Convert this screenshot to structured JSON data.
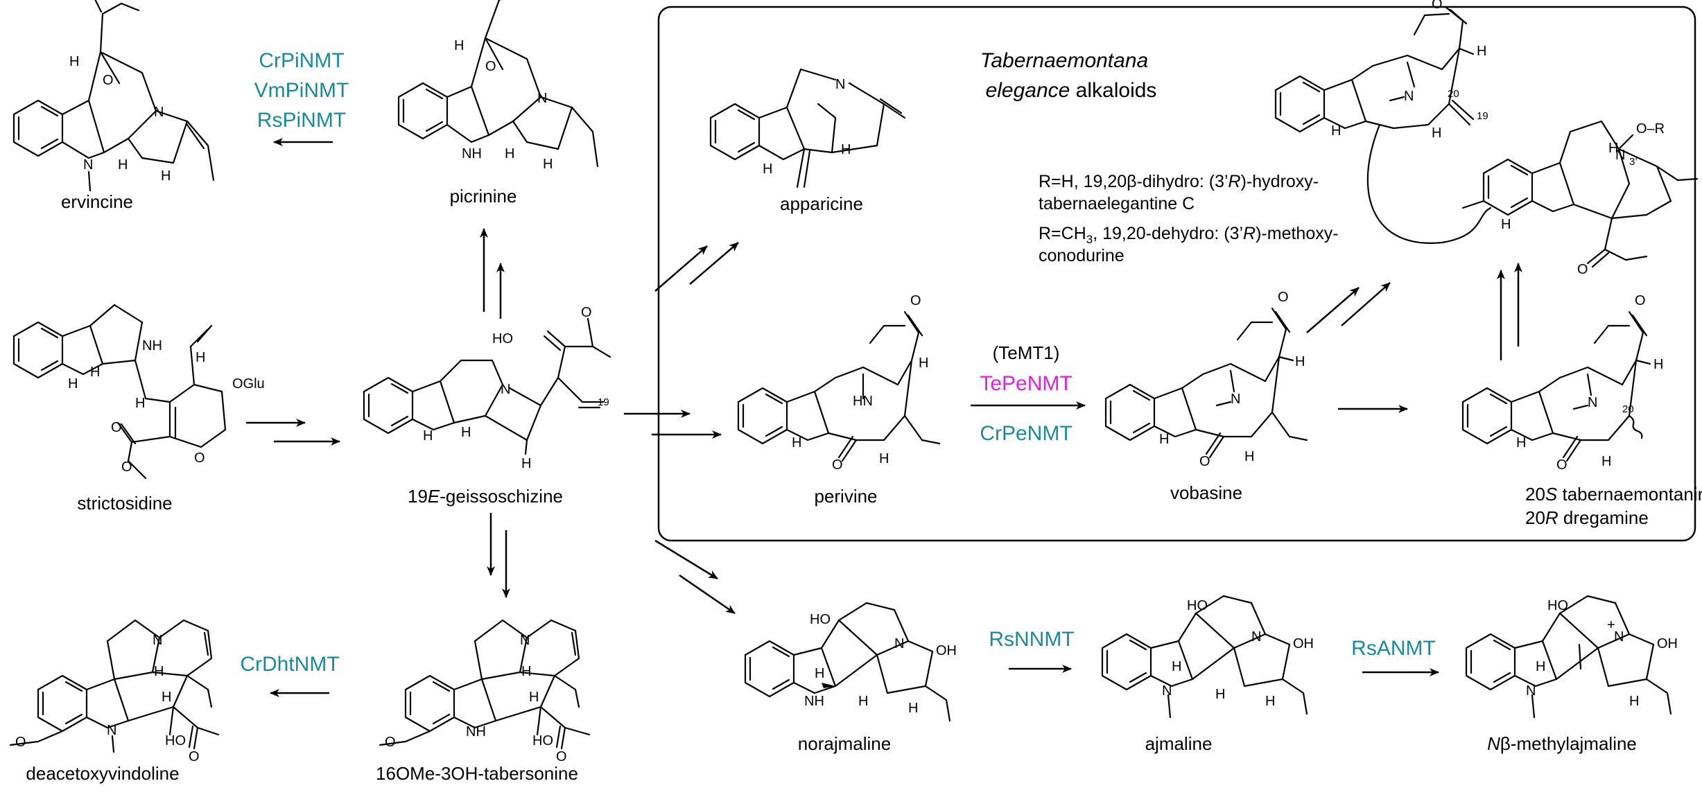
{
  "colors": {
    "enzyme_teal": "#1a8a9a",
    "enzyme_magenta": "#e020e0",
    "methyl_red": "#e02020",
    "line": "#000000"
  },
  "compounds": {
    "ervincine": "ervincine",
    "picrinine": "picrinine",
    "apparicine": "apparicine",
    "strictosidine": "strictosidine",
    "geissoschizine_num": "19",
    "geissoschizine_italic": "E",
    "geissoschizine_rest": "-geissoschizine",
    "perivine": "perivine",
    "vobasine": "vobasine",
    "taber_prefix": "20",
    "taber_italic": "S",
    "taber_rest": " tabernaemontanine",
    "dreg_prefix": "20",
    "dreg_italic": "R",
    "dreg_rest": " dregamine",
    "deacetoxyvindoline": "deacetoxyvindoline",
    "tabersonine": "16OMe-3OH-tabersonine",
    "norajmaline": "norajmaline",
    "ajmaline": "ajmaline",
    "methylajmaline_italic": "N",
    "methylajmaline_rest": "β-methylajmaline"
  },
  "enzymes": {
    "crpinmt": "CrPiNMT",
    "vmpinmt": "VmPiNMT",
    "rspinmt": "RsPiNMT",
    "temt1": "(TeMT1)",
    "tepenmt": "TePeNMT",
    "crpenmt": "CrPeNMT",
    "crdhtnmt": "CrDhtNMT",
    "rsnnmt": "RsNNMT",
    "rsanmt": "RsANMT"
  },
  "box": {
    "title_italic_1": "Tabernaemontana",
    "title_italic_2": "elegance",
    "title_rest": " alkaloids",
    "line1_a": "R=H, 19,20β-dihydro: (3’",
    "line1_r": "R",
    "line1_b": ")-hydroxy-",
    "line2": "tabernaelegantine C",
    "line3_a": "R=CH",
    "line3_sub": "3",
    "line3_b": ", 19,20-dehydro: (3’",
    "line3_r": "R",
    "line3_c": ")-methoxy-",
    "line4": "conodurine"
  },
  "atoms": {
    "o": "O",
    "n": "N",
    "h": "H",
    "nh": "NH",
    "hn": "HN",
    "ho": "HO",
    "oh": "OH",
    "oglu": "OGlu",
    "or": "O–R",
    "plus": "+",
    "num19": "19",
    "num20": "20",
    "num3p": "3’"
  }
}
